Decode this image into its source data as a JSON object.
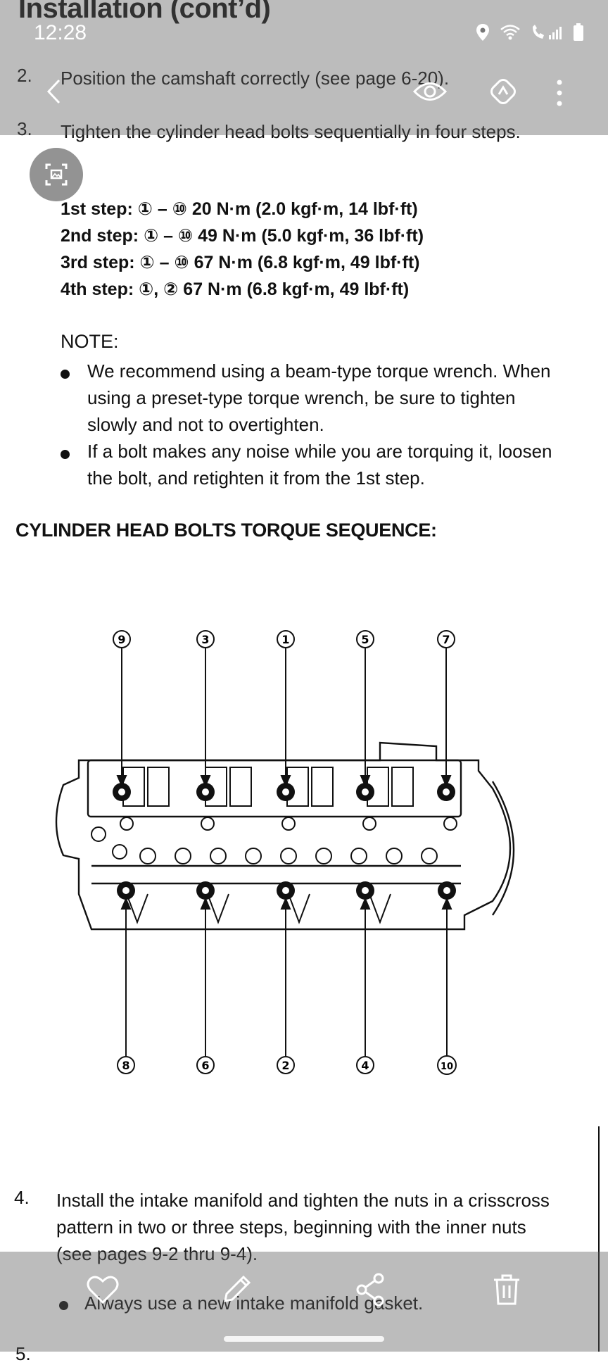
{
  "document": {
    "title": "Installation (cont’d)",
    "step2": {
      "num": "2.",
      "text": "Position the camshaft correctly (see page 6-20)."
    },
    "step3": {
      "num": "3.",
      "text": "Tighten the cylinder head bolts sequentially in four steps."
    },
    "torque_steps": [
      "1st step: ① – ⑩ 20 N·m (2.0 kgf·m, 14 lbf·ft)",
      "2nd step: ① – ⑩ 49 N·m (5.0 kgf·m, 36 lbf·ft)",
      "3rd step: ① – ⑩ 67 N·m (6.8 kgf·m, 49 lbf·ft)",
      "4th step: ①, ② 67 N·m (6.8 kgf·m, 49 lbf·ft)"
    ],
    "note_title": "NOTE:",
    "notes": [
      "We recommend using a beam-type torque wrench. When using a preset-type torque wrench, be sure to tighten slowly and not to overtighten.",
      "If a bolt makes any noise while you are torquing it, loosen the bolt, and retighten it from the 1st step."
    ],
    "section_heading": "CYLINDER HEAD BOLTS TORQUE SEQUENCE:",
    "diagram": {
      "top_labels": [
        "9",
        "3",
        "1",
        "5",
        "7"
      ],
      "bottom_labels": [
        "8",
        "6",
        "2",
        "4",
        "10"
      ]
    },
    "step4": {
      "num": "4.",
      "text": "Install the intake manifold and tighten the nuts in a crisscross pattern in two or three steps, beginning with the inner nuts (see pages 9-2 thru 9-4)."
    },
    "step4_bullet": "Always use a new intake manifold gasket.",
    "step5_partial": "5."
  },
  "status_bar": {
    "time": "12:28"
  },
  "colors": {
    "overlay": "#5f5f5f",
    "icon": "#ffffff",
    "text": "#111111"
  }
}
